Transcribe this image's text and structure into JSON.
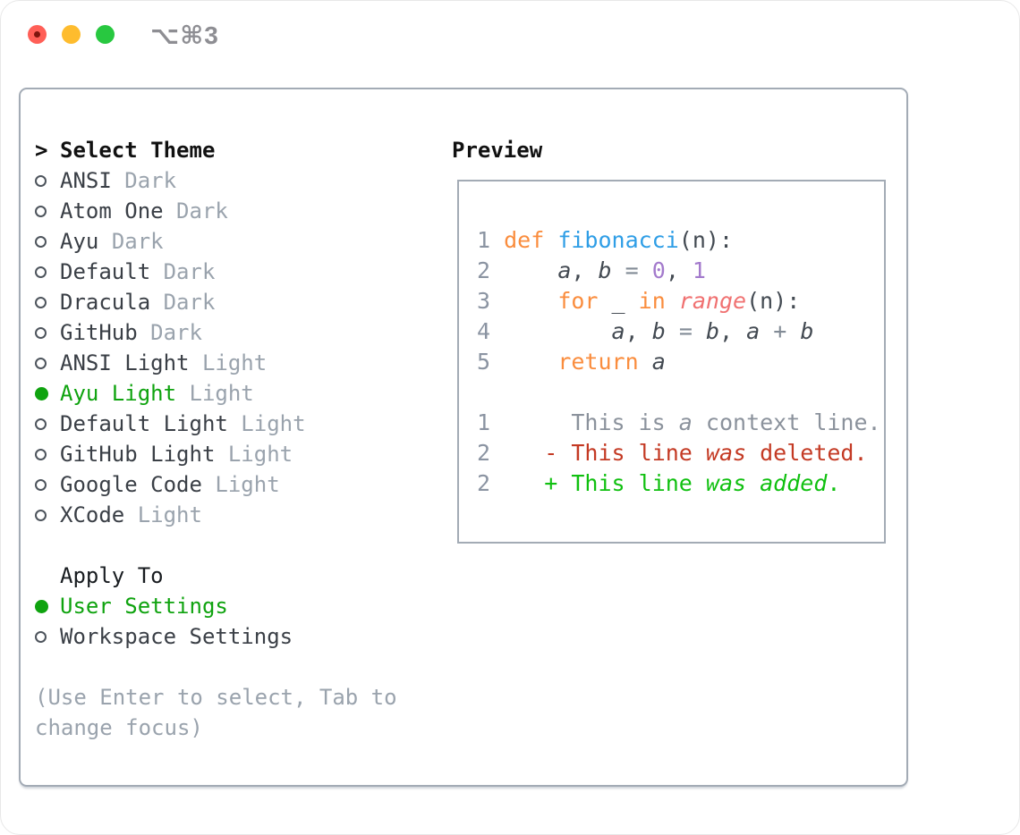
{
  "window": {
    "title": "⌥⌘3",
    "traffic_lights": [
      "close",
      "minimize",
      "zoom"
    ]
  },
  "theme_list": {
    "header_marker": ">",
    "header": "Select Theme",
    "items": [
      {
        "name": "ANSI",
        "variant": "Dark",
        "selected": false
      },
      {
        "name": "Atom One",
        "variant": "Dark",
        "selected": false
      },
      {
        "name": "Ayu",
        "variant": "Dark",
        "selected": false
      },
      {
        "name": "Default",
        "variant": "Dark",
        "selected": false
      },
      {
        "name": "Dracula",
        "variant": "Dark",
        "selected": false
      },
      {
        "name": "GitHub",
        "variant": "Dark",
        "selected": false
      },
      {
        "name": "ANSI Light",
        "variant": "Light",
        "selected": false
      },
      {
        "name": "Ayu Light",
        "variant": "Light",
        "selected": true
      },
      {
        "name": "Default Light",
        "variant": "Light",
        "selected": false
      },
      {
        "name": "GitHub Light",
        "variant": "Light",
        "selected": false
      },
      {
        "name": "Google Code",
        "variant": "Light",
        "selected": false
      },
      {
        "name": "XCode",
        "variant": "Light",
        "selected": false
      }
    ]
  },
  "apply_to": {
    "header": "Apply To",
    "options": [
      {
        "label": "User Settings",
        "selected": true
      },
      {
        "label": "Workspace Settings",
        "selected": false
      }
    ]
  },
  "help_text": "(Use Enter to select, Tab to change focus)",
  "preview": {
    "header": "Preview",
    "lines": [
      [
        [
          "1 ",
          "ln"
        ],
        [
          "def",
          "kw"
        ],
        [
          " ",
          "pln"
        ],
        [
          "fibonacci",
          "fn"
        ],
        [
          "(n):",
          "pln"
        ]
      ],
      [
        [
          "2 ",
          "ln"
        ],
        [
          "    ",
          "pln"
        ],
        [
          "a",
          "var i"
        ],
        [
          ", ",
          "pln"
        ],
        [
          "b",
          "var i"
        ],
        [
          " ",
          "pln"
        ],
        [
          "=",
          "op"
        ],
        [
          " ",
          "pln"
        ],
        [
          "0",
          "num"
        ],
        [
          ", ",
          "pln"
        ],
        [
          "1",
          "num"
        ]
      ],
      [
        [
          "3 ",
          "ln"
        ],
        [
          "    ",
          "pln"
        ],
        [
          "for",
          "kw"
        ],
        [
          " _ ",
          "pln"
        ],
        [
          "in",
          "kw"
        ],
        [
          " ",
          "pln"
        ],
        [
          "range",
          "call i"
        ],
        [
          "(n):",
          "pln"
        ]
      ],
      [
        [
          "4 ",
          "ln"
        ],
        [
          "        ",
          "pln"
        ],
        [
          "a",
          "var i"
        ],
        [
          ", ",
          "pln"
        ],
        [
          "b",
          "var i"
        ],
        [
          " ",
          "pln"
        ],
        [
          "=",
          "op"
        ],
        [
          " ",
          "pln"
        ],
        [
          "b",
          "var i"
        ],
        [
          ", ",
          "pln"
        ],
        [
          "a",
          "var i"
        ],
        [
          " ",
          "pln"
        ],
        [
          "+",
          "op"
        ],
        [
          " ",
          "pln"
        ],
        [
          "b",
          "var i"
        ]
      ],
      [
        [
          "5 ",
          "ln"
        ],
        [
          "    ",
          "pln"
        ],
        [
          "return",
          "kw"
        ],
        [
          " ",
          "pln"
        ],
        [
          "a",
          "var i"
        ]
      ],
      [],
      [
        [
          "1",
          "ln"
        ],
        [
          "      ",
          "pln"
        ],
        [
          "This is ",
          "ctx"
        ],
        [
          "a",
          "ctx i"
        ],
        [
          " context line.",
          "ctx"
        ]
      ],
      [
        [
          "2",
          "ln"
        ],
        [
          "    ",
          "pln"
        ],
        [
          "- This line ",
          "del"
        ],
        [
          "was",
          "del i"
        ],
        [
          " deleted.",
          "del"
        ]
      ],
      [
        [
          "2",
          "ln"
        ],
        [
          "    ",
          "pln"
        ],
        [
          "+ This line ",
          "add"
        ],
        [
          "was",
          "add i"
        ],
        [
          " ",
          "add"
        ],
        [
          "added",
          "add i"
        ],
        [
          ".",
          "add"
        ]
      ]
    ]
  },
  "colors": {
    "tl-red": "#ff5f57",
    "tl-red-dot": "#7e150d",
    "tl-yellow": "#febc2e",
    "tl-green": "#28c840",
    "title-gray": "#8e8e93",
    "border": "#a3abb5",
    "ink": "#3a3f46",
    "muted": "#9aa3ad",
    "ring": "#4d545c",
    "green-sel": "#0fa30f",
    "ln": "#8b94a2",
    "pln": "#434a52",
    "kw": "#fa8d3e",
    "fn": "#2f9ee6",
    "numc": "#a37acc",
    "call": "#f07171",
    "op": "#828b96",
    "ctx": "#8b929c",
    "del": "#c43a24",
    "add": "#10c010"
  }
}
